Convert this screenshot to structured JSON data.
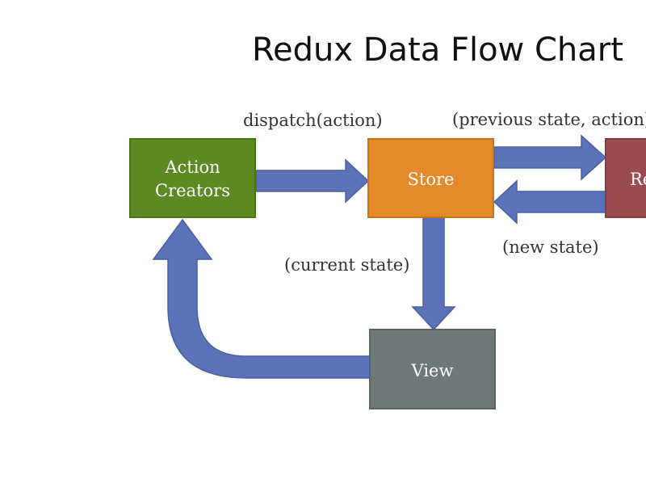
{
  "title": "Redux Data Flow Chart",
  "colors": {
    "arrow": "#5b72b8",
    "action_creators": "#5b8a22",
    "store": "#e3892a",
    "reducers": "#9b4a4f",
    "view": "#6e7879"
  },
  "nodes": {
    "action_creators": {
      "line1": "Action",
      "line2": "Creators"
    },
    "store": {
      "label": "Store"
    },
    "reducers": {
      "label": "Re"
    },
    "view": {
      "label": "View"
    }
  },
  "edges": {
    "dispatch": "dispatch(action)",
    "previous_state": "(previous state, action)",
    "new_state": "(new state)",
    "current_state": "(current state)"
  }
}
